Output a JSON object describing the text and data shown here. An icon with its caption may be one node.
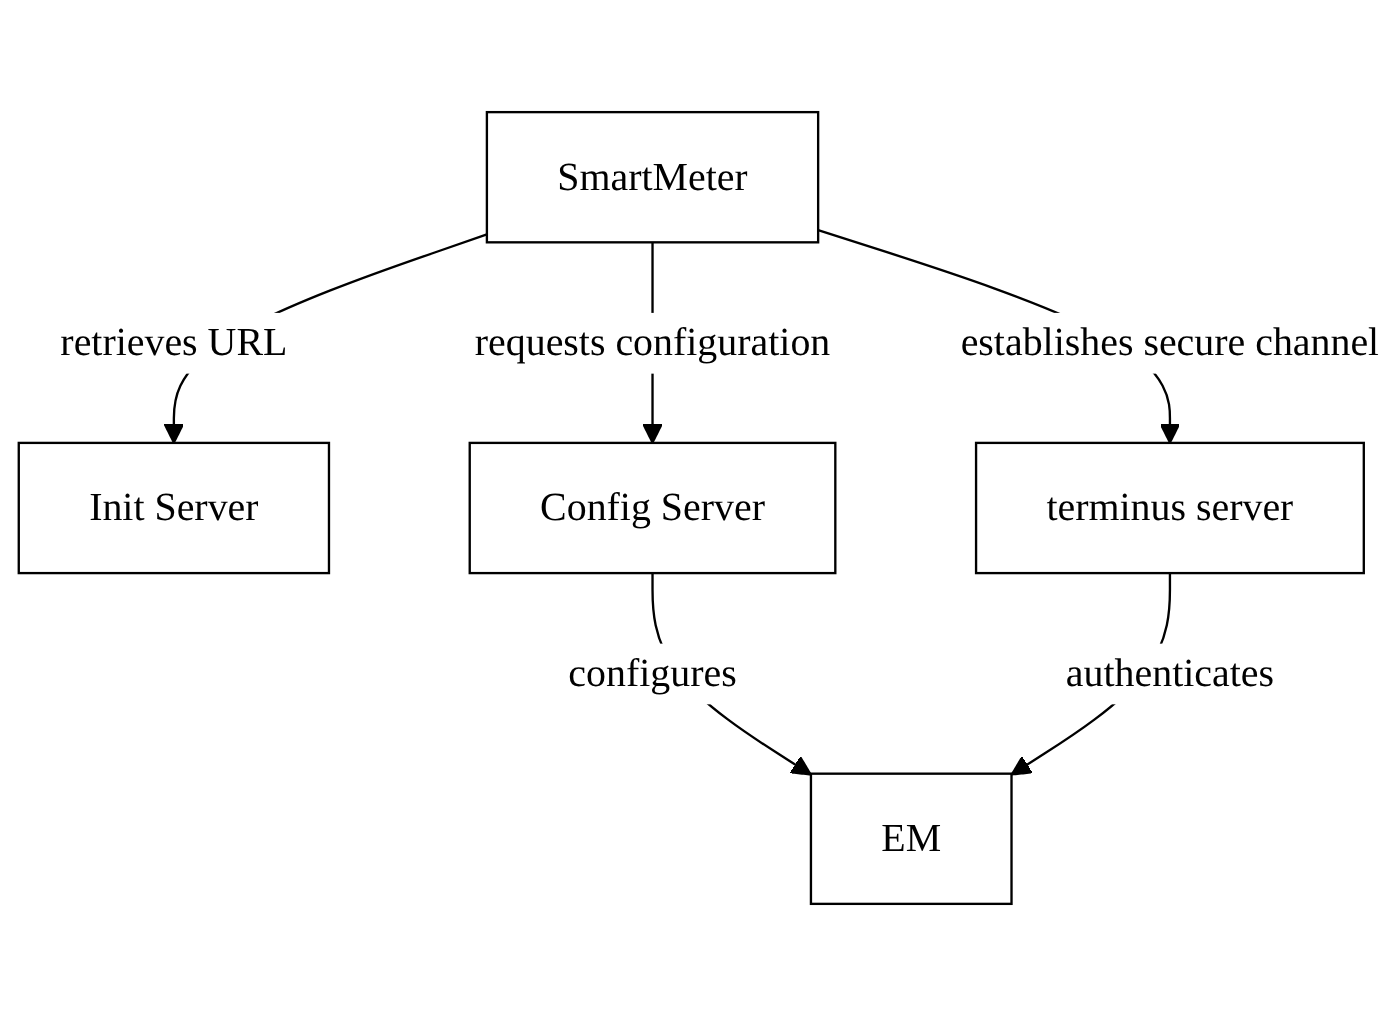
{
  "diagram": {
    "nodes": [
      {
        "text": [
          "SmartMeter"
        ]
      },
      {
        "text": [
          "Init Server"
        ]
      },
      {
        "text": [
          "Config Server"
        ]
      },
      {
        "text": [
          "EM"
        ]
      },
      {
        "text": [
          "terminus server"
        ]
      }
    ],
    "edges": [
      {
        "from": 0,
        "to": 1,
        "arrow": "to",
        "label": "retrieves URL"
      },
      {
        "from": 0,
        "to": 2,
        "arrow": "to",
        "label": "requests configuration"
      },
      {
        "from": 2,
        "to": 3,
        "arrow": "to",
        "label": "configures"
      },
      {
        "from": 0,
        "to": 4,
        "arrow": "to",
        "label": "establishes secure channel"
      },
      {
        "from": 4,
        "to": 3,
        "arrow": "to",
        "label": "authenticates"
      }
    ]
  }
}
